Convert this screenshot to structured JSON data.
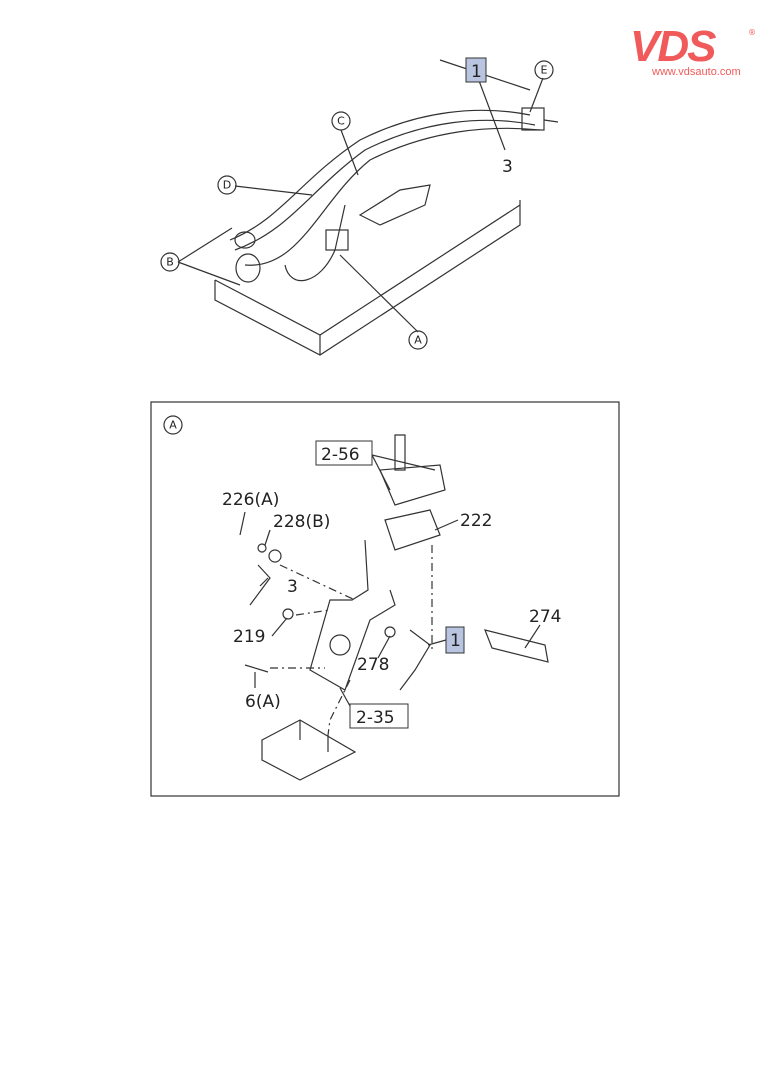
{
  "logo": {
    "brand": "VDS",
    "url": "www.vdsauto.com",
    "color": "#f05a5a"
  },
  "top_view": {
    "callouts": [
      "A",
      "B",
      "C",
      "D",
      "E"
    ],
    "ref_box": "1",
    "part_label": "3"
  },
  "detail_a": {
    "title_callout": "A",
    "labels": {
      "p256": "2-56",
      "p222": "222",
      "p226": "226(A)",
      "p228": "228(B)",
      "p3": "3",
      "p219": "219",
      "p278": "278",
      "p1": "1",
      "p274": "274",
      "p6": "6(A)",
      "p235": "2-35"
    },
    "ref_box_color": "#b8c4e0"
  }
}
